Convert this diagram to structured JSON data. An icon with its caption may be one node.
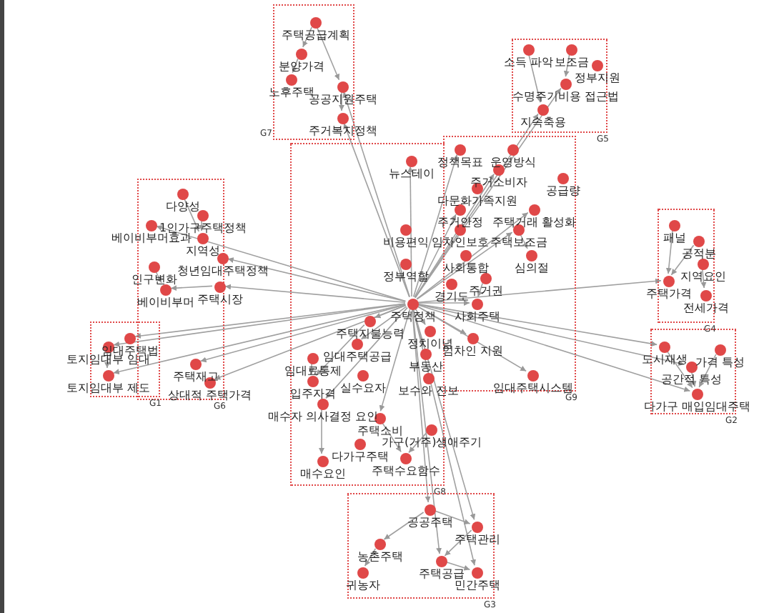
{
  "diagram": {
    "nodes": [
      {
        "text": [
          "G7"
        ]
      },
      {
        "text": [
          "주택공급계획"
        ],
        "in": 0
      },
      {
        "text": [
          "분양가격"
        ],
        "in": 0
      },
      {
        "text": [
          "노후주택"
        ],
        "in": 0
      },
      {
        "text": [
          "공공지원주택"
        ],
        "in": 0
      },
      {
        "text": [
          "주거복지정책"
        ],
        "in": 0
      },
      {
        "text": [
          "G5"
        ]
      },
      {
        "text": [
          "소득 파악"
        ],
        "in": 6
      },
      {
        "text": [
          "보조금"
        ],
        "in": 6
      },
      {
        "text": [
          "정부지원"
        ],
        "in": 6
      },
      {
        "text": [
          "수명주기비용 접근법"
        ],
        "in": 6
      },
      {
        "text": [
          "지속축용"
        ],
        "in": 6
      },
      {
        "text": [
          "G4"
        ]
      },
      {
        "text": [
          "패널"
        ],
        "in": 12
      },
      {
        "text": [
          "공적분"
        ],
        "in": 12
      },
      {
        "text": [
          "지역요인"
        ],
        "in": 12
      },
      {
        "text": [
          "주택가격"
        ],
        "in": 12
      },
      {
        "text": [
          "전세가격"
        ],
        "in": 12
      },
      {
        "text": [
          "G2"
        ]
      },
      {
        "text": [
          "도시재생"
        ],
        "in": 18
      },
      {
        "text": [
          "가격 특성"
        ],
        "in": 18
      },
      {
        "text": [
          "공간적 특성"
        ],
        "in": 18
      },
      {
        "text": [
          "다가구 매입임대주택"
        ],
        "in": 18
      },
      {
        "text": [
          "G6"
        ]
      },
      {
        "text": [
          "다양성"
        ],
        "in": 23
      },
      {
        "text": [
          "1인가구주택정책"
        ],
        "in": 23
      },
      {
        "text": [
          "베이비부머효과"
        ],
        "in": 23
      },
      {
        "text": [
          "지역성"
        ],
        "in": 23
      },
      {
        "text": [
          "청년임대주택정책"
        ],
        "in": 23
      },
      {
        "text": [
          "인구변화"
        ],
        "in": 23
      },
      {
        "text": [
          "주택시장"
        ],
        "in": 23
      },
      {
        "text": [
          "베이비부머"
        ],
        "in": 23
      },
      {
        "text": [
          "주택재고"
        ],
        "in": 23
      },
      {
        "text": [
          "상대적 주택가격"
        ],
        "in": 23
      },
      {
        "text": [
          "G1"
        ]
      },
      {
        "text": [
          "토지임대부 임대"
        ],
        "in": 34
      },
      {
        "text": [
          "임대주택법"
        ],
        "in": 34
      },
      {
        "text": [
          "토지임대부 제도"
        ],
        "in": 34
      },
      {
        "text": [
          "G9"
        ]
      },
      {
        "text": [
          "정책목표"
        ],
        "in": 38
      },
      {
        "text": [
          "운영방식"
        ],
        "in": 38
      },
      {
        "text": [
          "주거소비자"
        ],
        "in": 38
      },
      {
        "text": [
          "다문화가족지원"
        ],
        "in": 38
      },
      {
        "text": [
          "공급량"
        ],
        "in": 38
      },
      {
        "text": [
          "주거안정"
        ],
        "in": 38
      },
      {
        "text": [
          "주택거래 활성화"
        ],
        "in": 38
      },
      {
        "text": [
          "임차인보호"
        ],
        "in": 38
      },
      {
        "text": [
          "주택보조금"
        ],
        "in": 38
      },
      {
        "text": [
          "심의절"
        ],
        "in": 38
      },
      {
        "text": [
          "사회통합"
        ],
        "in": 38
      },
      {
        "text": [
          "주거권"
        ],
        "in": 38
      },
      {
        "text": [
          "경기도"
        ],
        "in": 38
      },
      {
        "text": [
          "사회주택"
        ],
        "in": 38
      },
      {
        "text": [
          "임차인 지원"
        ],
        "in": 38
      },
      {
        "text": [
          "임대주택시스템"
        ],
        "in": 38
      },
      {
        "text": [
          "G8"
        ]
      },
      {
        "text": [
          "주택정책"
        ],
        "in": 55
      },
      {
        "text": [
          "뉴스테이"
        ],
        "in": 55
      },
      {
        "text": [
          "비용편익"
        ],
        "in": 55
      },
      {
        "text": [
          "정부역할"
        ],
        "in": 55
      },
      {
        "text": [
          "주택지불능력"
        ],
        "in": 55
      },
      {
        "text": [
          "임대료통제"
        ],
        "in": 55
      },
      {
        "text": [
          "임대주택공급"
        ],
        "in": 55
      },
      {
        "text": [
          "입주자격"
        ],
        "in": 55
      },
      {
        "text": [
          "실수요자"
        ],
        "in": 55
      },
      {
        "text": [
          "정치이념"
        ],
        "in": 55
      },
      {
        "text": [
          "부동산"
        ],
        "in": 55
      },
      {
        "text": [
          "보수와 진보"
        ],
        "in": 55
      },
      {
        "text": [
          "매수자 의사결정 요인"
        ],
        "in": 55
      },
      {
        "text": [
          "주택소비"
        ],
        "in": 55
      },
      {
        "text": [
          "가구(거주)생애주기"
        ],
        "in": 55
      },
      {
        "text": [
          "다가구주택"
        ],
        "in": 55
      },
      {
        "text": [
          "매수요인"
        ],
        "in": 55
      },
      {
        "text": [
          "주택수요함수"
        ],
        "in": 55
      },
      {
        "text": [
          "G3"
        ]
      },
      {
        "text": [
          "공공주택"
        ],
        "in": 74
      },
      {
        "text": [
          "농촌주택"
        ],
        "in": 74
      },
      {
        "text": [
          "주택관리"
        ],
        "in": 74
      },
      {
        "text": [
          "귀농자"
        ],
        "in": 74
      },
      {
        "text": [
          "주택공급"
        ],
        "in": 74
      },
      {
        "text": [
          "민간주택"
        ],
        "in": 74
      }
    ],
    "edges": [
      {
        "from": 56,
        "to": 5,
        "arrow": "to"
      },
      {
        "from": 56,
        "to": 4,
        "arrow": "to"
      },
      {
        "from": 56,
        "to": 11,
        "arrow": "to"
      },
      {
        "from": 56,
        "to": 10,
        "arrow": "to"
      },
      {
        "from": 56,
        "to": 16,
        "arrow": "to"
      },
      {
        "from": 56,
        "to": 19,
        "arrow": "to"
      },
      {
        "from": 56,
        "to": 21,
        "arrow": "to"
      },
      {
        "from": 56,
        "to": 22,
        "arrow": "to"
      },
      {
        "from": 56,
        "to": 36,
        "arrow": "to"
      },
      {
        "from": 56,
        "to": 35,
        "arrow": "to"
      },
      {
        "from": 56,
        "to": 37,
        "arrow": "to"
      },
      {
        "from": 56,
        "to": 26,
        "arrow": "to"
      },
      {
        "from": 56,
        "to": 28,
        "arrow": "to"
      },
      {
        "from": 56,
        "to": 30,
        "arrow": "to"
      },
      {
        "from": 56,
        "to": 32,
        "arrow": "to"
      },
      {
        "from": 56,
        "to": 33,
        "arrow": "to"
      },
      {
        "from": 56,
        "to": 39,
        "arrow": "to"
      },
      {
        "from": 56,
        "to": 41,
        "arrow": "to"
      },
      {
        "from": 56,
        "to": 44,
        "arrow": "to"
      },
      {
        "from": 56,
        "to": 45,
        "arrow": "to"
      },
      {
        "from": 56,
        "to": 47,
        "arrow": "to"
      },
      {
        "from": 56,
        "to": 52,
        "arrow": "to"
      },
      {
        "from": 56,
        "to": 53,
        "arrow": "to"
      },
      {
        "from": 56,
        "to": 54,
        "arrow": "to"
      },
      {
        "from": 56,
        "to": 57,
        "arrow": "to"
      },
      {
        "from": 56,
        "to": 60,
        "arrow": "to"
      },
      {
        "from": 56,
        "to": 62,
        "arrow": "to"
      },
      {
        "from": 56,
        "to": 68,
        "arrow": "to"
      },
      {
        "from": 56,
        "to": 69,
        "arrow": "to"
      },
      {
        "from": 56,
        "to": 75,
        "arrow": "to"
      },
      {
        "from": 56,
        "to": 79,
        "arrow": "to"
      },
      {
        "from": 56,
        "to": 80,
        "arrow": "to"
      },
      {
        "from": 56,
        "to": 77,
        "arrow": "to"
      },
      {
        "from": 56,
        "to": 65,
        "arrow": "to"
      },
      {
        "from": 56,
        "to": 66,
        "arrow": "to"
      },
      {
        "from": 1,
        "to": 4,
        "arrow": "to"
      },
      {
        "from": 1,
        "to": 2,
        "arrow": "to"
      },
      {
        "from": 2,
        "to": 3,
        "arrow": "to"
      },
      {
        "from": 4,
        "to": 5,
        "arrow": "to"
      },
      {
        "from": 7,
        "to": 11,
        "arrow": "to"
      },
      {
        "from": 8,
        "to": 10,
        "arrow": "to"
      },
      {
        "from": 13,
        "to": 16,
        "arrow": "to"
      },
      {
        "from": 14,
        "to": 16,
        "arrow": "to"
      },
      {
        "from": 15,
        "to": 17,
        "arrow": "to"
      },
      {
        "from": 19,
        "to": 22,
        "arrow": "to"
      },
      {
        "from": 20,
        "to": 22,
        "arrow": "to"
      },
      {
        "from": 21,
        "to": 22,
        "arrow": "to"
      },
      {
        "from": 24,
        "to": 27,
        "arrow": "to"
      },
      {
        "from": 25,
        "to": 27,
        "arrow": "to"
      },
      {
        "from": 29,
        "to": 31,
        "arrow": "to"
      },
      {
        "from": 30,
        "to": 31,
        "arrow": "to"
      },
      {
        "from": 35,
        "to": 37,
        "arrow": "to"
      },
      {
        "from": 75,
        "to": 76,
        "arrow": "to"
      },
      {
        "from": 76,
        "to": 78,
        "arrow": "to"
      },
      {
        "from": 77,
        "to": 79,
        "arrow": "to"
      },
      {
        "from": 79,
        "to": 80,
        "arrow": "to"
      },
      {
        "from": 75,
        "to": 77,
        "arrow": "to"
      },
      {
        "from": 60,
        "to": 63,
        "arrow": "to"
      },
      {
        "from": 61,
        "to": 63,
        "arrow": "to"
      },
      {
        "from": 68,
        "to": 72,
        "arrow": "to"
      },
      {
        "from": 70,
        "to": 73,
        "arrow": "to"
      },
      {
        "from": 69,
        "to": 73,
        "arrow": "to"
      },
      {
        "from": 50,
        "to": 52,
        "arrow": "to"
      },
      {
        "from": 47,
        "to": 48,
        "arrow": "to"
      }
    ]
  }
}
